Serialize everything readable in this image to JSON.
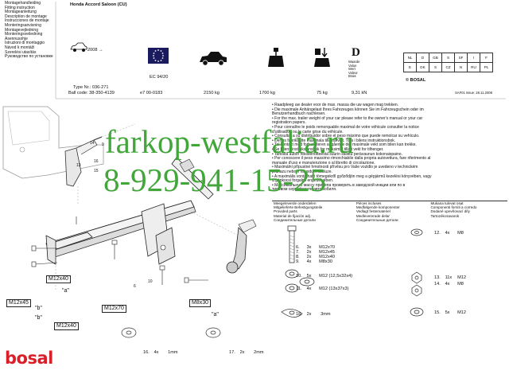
{
  "header": {
    "instructions": [
      "Montagehandleiding",
      "Fitting instruction",
      "Montageanleitung",
      "Description de montage",
      "Instrucciones de montaje",
      "Monteringsanvisning",
      "Montagevejledning",
      "Monteringsveiledning",
      "Asennusohje",
      "Istruzioni di montaggio",
      "Návod k montáži",
      "Szerelési utasítás",
      "Руководство по установке"
    ],
    "vehicle": "Honda Accord Saloon (CU)",
    "year": "2008 →",
    "type_nr": "Type Nr.: 036-271",
    "ball_code": "Ball code: 38-350-4139",
    "ec_label": "EC 94/20",
    "approval": "e7  00-0183",
    "weight_1": "2150 kg",
    "weight_2": "1700 kg",
    "weight_3": "75 kg",
    "d_value": "9,31 kN",
    "d_letter": "D",
    "d_words": [
      "Waarde",
      "Value",
      "Wert",
      "Valeur",
      "Brais"
    ],
    "countries_row1": [
      "NL",
      "D",
      "GB",
      "S",
      "SF",
      "I",
      "F"
    ],
    "countries_row2": [
      "E",
      "DK",
      "S",
      "CZ",
      "N",
      "RU",
      "PL"
    ],
    "brand_mark": "© BOSAL",
    "doc_code": "SAF01 Issue: 28.11.2008"
  },
  "watermark": {
    "line1": "farkop-westfalia.ru",
    "line2": "8-929-941-15-25"
  },
  "instructions_text": [
    "• Raadpleeg uw dealer voor de max. massa die uw wagen mag trekken.",
    "• Die maximale Anhängelast Ihres Fahrzeuges können Sie im Fahrzeugschein oder im",
    "  Benutzerhandbuch nachlesen.",
    "• For the max. trailer weight of your car please refer to the owner's manual or your car",
    "  registration papers.",
    "• Pour connaître le poids remorquable maximal de votre véhicule consulter la notice",
    "  d'utilisation ou la carte grise du véhicule.",
    "• Consultar a su distribuidor sobre el peso máximo que puede remolcar su vehículo.",
    "• Der es fabriksatte maximala tillåtna vikt. Titta i bilens instruktionsbok.",
    "• Tal kontakt med forhandleren angående der maximale vekt som bilen kan trekke.",
    "• Se bilens instruksjonsbok for maksimal tillatt vekt for tilhenger.",
    "• Tarkista auton rekisteriotteesta suurin sallittu perävaunun kokonaispaino.",
    "• Per conoscere il peso massimo rimorchiabile dalla propria autovettura, fare riferimento al",
    "  manuale d'uso e manutenzione o al libretto di circolazione.",
    "• Maximální přípustné hmotnosti přívěsu pro Vaše vozidlo je uvedeno v technickém",
    "  průkazu nebo v návodu k obsluze.",
    "• A maximális vontatható tömegekről győződjön meg a gépjármű kezelési könyvében, vagy",
    "  a gépkocsi forgalmi engedélyében.",
    "• Максимальную массу прицепа проверить в заводской инкции или по в",
    "  типовом сертификате автомобиля."
  ],
  "materials_table": {
    "rows": [
      [
        "Meegeleverde onderdelen",
        "Pièces incluses",
        "Mukana tulevat osat"
      ],
      [
        "Mitgelieferte Befestigungsteile",
        "Medfølgende komponenter",
        "Componenti forniti a corredo"
      ],
      [
        "Provided parts",
        "Vedlagt festemateriel",
        "Dodané upevňovací díly"
      ],
      [
        "Material de fijación adj.",
        "Medlevererade delar",
        "Tartozékcsavarok"
      ],
      [
        "Соединительные детали",
        "Сoединительные детали",
        ""
      ]
    ]
  },
  "parts": [
    {
      "n": "6.",
      "q": "3x",
      "d": "M12x70"
    },
    {
      "n": "7.",
      "q": "2x",
      "d": "M12x45"
    },
    {
      "n": "8.",
      "q": "2x",
      "d": "M12x40"
    },
    {
      "n": "9.",
      "q": "4x",
      "d": "M8x30"
    },
    {
      "n": "10.",
      "q": "5x",
      "d": "M12 (12,5x32x4)"
    },
    {
      "n": "11.",
      "q": "4x",
      "d": "M12 (13x37x3)"
    },
    {
      "n": "12.",
      "q": "4x",
      "d": "M8"
    },
    {
      "n": "13.",
      "q": "11x",
      "d": "M12"
    },
    {
      "n": "14.",
      "q": "4x",
      "d": "M8"
    },
    {
      "n": "15.",
      "q": "5x",
      "d": "M12"
    },
    {
      "n": "16.",
      "q": "4x",
      "d": "1mm"
    },
    {
      "n": "17.",
      "q": "2x",
      "d": "2mm"
    },
    {
      "n": "18.",
      "q": "2x",
      "d": "3mm"
    }
  ],
  "diagram_labels": {
    "m12x40_a": "M12x40",
    "m12x45": "M12x45",
    "m12x40_b": "M12x40",
    "m12x70": "M12x70",
    "m8x30": "M8x30",
    "a1": "\"a\"",
    "a2": "\"a\"",
    "b1": "\"b\"",
    "b2": "\"b\"",
    "num_9": "9",
    "num_14": "14",
    "num_16": "16",
    "num_13": "13",
    "num_15": "15",
    "num_6": "6",
    "num_10": "10"
  },
  "footer": {
    "logo": "bosal"
  },
  "colors": {
    "watermark_green": "#43a63b",
    "bosal_red": "#d8202a"
  }
}
